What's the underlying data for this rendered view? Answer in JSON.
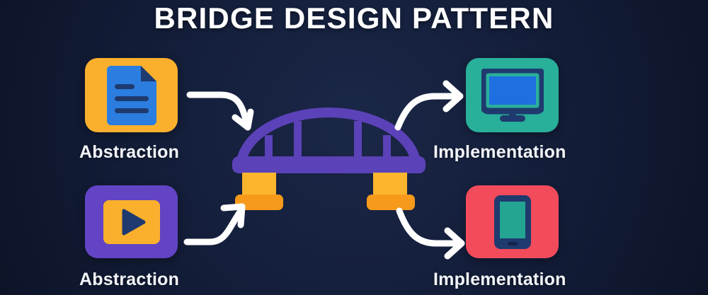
{
  "page": {
    "title": "BRIDGE DESIGN PATTERN",
    "background_color": "#141E3C",
    "title_color": "#FFFFFF"
  },
  "nodes": {
    "top_left": {
      "label": "Abstraction",
      "tile_color": "#FBB02D",
      "icon": "document-icon",
      "icon_colors": {
        "page": "#2B7DE0",
        "detail": "#1E3A6E"
      }
    },
    "bottom_left": {
      "label": "Abstraction",
      "tile_color": "#6244C5",
      "icon": "video-play-icon",
      "icon_colors": {
        "page": "#FBB02D",
        "detail": "#1E3A6E"
      }
    },
    "top_right": {
      "label": "Implementation",
      "tile_color": "#28B09A",
      "icon": "desktop-monitor-icon",
      "icon_colors": {
        "page": "#1E6FE0",
        "detail": "#1E3A6E"
      }
    },
    "bottom_right": {
      "label": "Implementation",
      "tile_color": "#F24B5B",
      "icon": "smartphone-icon",
      "icon_colors": {
        "page": "#23A592",
        "detail": "#1E3A6E"
      }
    }
  },
  "bridge": {
    "name": "bridge-illustration",
    "arch_color": "#5B42B8",
    "deck_color": "#5B42B8",
    "pillar_color": "#FDB52E",
    "pillar_base_color": "#F79A1B",
    "strut_count": 4
  },
  "arrows": {
    "color": "#FFFFFF",
    "top_left": {
      "name": "arrow-abstraction-to-bridge-top",
      "direction": "down-right"
    },
    "bottom_left": {
      "name": "arrow-abstraction-to-bridge-bottom",
      "direction": "up-right"
    },
    "top_right": {
      "name": "arrow-bridge-to-implementation-top",
      "direction": "right"
    },
    "bottom_right": {
      "name": "arrow-bridge-to-implementation-bottom",
      "direction": "right"
    }
  }
}
